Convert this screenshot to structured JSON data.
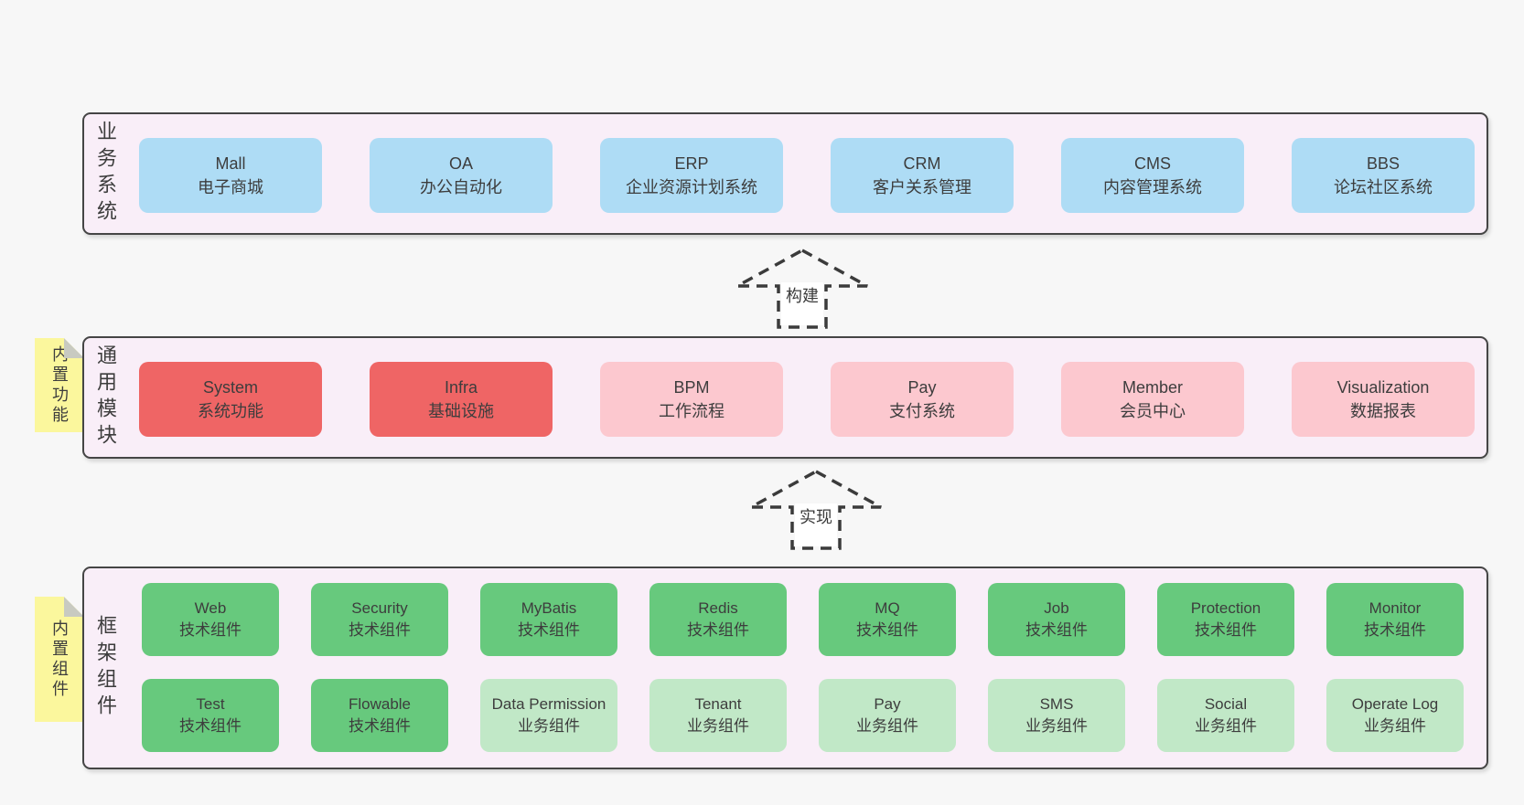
{
  "colors": {
    "page_bg": "#f7f7f7",
    "container_bg": "#f9eef8",
    "container_border": "#454545",
    "box_blue": "#aedcf5",
    "box_red": "#ef6565",
    "box_pink": "#fcc8cf",
    "box_green": "#67c97d",
    "box_light_green": "#c1e8c7",
    "sticky_note_yellow": "#fbf79d",
    "note_fold_gray": "#c8cac1",
    "text": "#3d3d3d",
    "arrow_stroke": "#3b3b3b"
  },
  "arrows": [
    {
      "label": "构建"
    },
    {
      "label": "实现"
    }
  ],
  "layers": [
    {
      "label": "业务系统",
      "boxes": [
        {
          "title": "Mall",
          "subtitle": "电子商城",
          "variant": "blue"
        },
        {
          "title": "OA",
          "subtitle": "办公自动化",
          "variant": "blue"
        },
        {
          "title": "ERP",
          "subtitle": "企业资源计划系统",
          "variant": "blue"
        },
        {
          "title": "CRM",
          "subtitle": "客户关系管理",
          "variant": "blue"
        },
        {
          "title": "CMS",
          "subtitle": "内容管理系统",
          "variant": "blue"
        },
        {
          "title": "BBS",
          "subtitle": "论坛社区系统",
          "variant": "blue"
        }
      ]
    },
    {
      "label": "通用模块",
      "note": "内置功能",
      "boxes": [
        {
          "title": "System",
          "subtitle": "系统功能",
          "variant": "red"
        },
        {
          "title": "Infra",
          "subtitle": "基础设施",
          "variant": "red"
        },
        {
          "title": "BPM",
          "subtitle": "工作流程",
          "variant": "pink"
        },
        {
          "title": "Pay",
          "subtitle": "支付系统",
          "variant": "pink"
        },
        {
          "title": "Member",
          "subtitle": "会员中心",
          "variant": "pink"
        },
        {
          "title": "Visualization",
          "subtitle": "数据报表",
          "variant": "pink"
        }
      ]
    },
    {
      "label": "框架组件",
      "note": "内置组件",
      "rows": [
        [
          {
            "title": "Web",
            "subtitle": "技术组件",
            "variant": "green"
          },
          {
            "title": "Security",
            "subtitle": "技术组件",
            "variant": "green"
          },
          {
            "title": "MyBatis",
            "subtitle": "技术组件",
            "variant": "green"
          },
          {
            "title": "Redis",
            "subtitle": "技术组件",
            "variant": "green"
          },
          {
            "title": "MQ",
            "subtitle": "技术组件",
            "variant": "green"
          },
          {
            "title": "Job",
            "subtitle": "技术组件",
            "variant": "green"
          },
          {
            "title": "Protection",
            "subtitle": "技术组件",
            "variant": "green"
          },
          {
            "title": "Monitor",
            "subtitle": "技术组件",
            "variant": "green"
          }
        ],
        [
          {
            "title": "Test",
            "subtitle": "技术组件",
            "variant": "green"
          },
          {
            "title": "Flowable",
            "subtitle": "技术组件",
            "variant": "green"
          },
          {
            "title": "Data Permission",
            "subtitle": "业务组件",
            "variant": "lgreen"
          },
          {
            "title": "Tenant",
            "subtitle": "业务组件",
            "variant": "lgreen"
          },
          {
            "title": "Pay",
            "subtitle": "业务组件",
            "variant": "lgreen"
          },
          {
            "title": "SMS",
            "subtitle": "业务组件",
            "variant": "lgreen"
          },
          {
            "title": "Social",
            "subtitle": "业务组件",
            "variant": "lgreen"
          },
          {
            "title": "Operate Log",
            "subtitle": "业务组件",
            "variant": "lgreen"
          }
        ]
      ]
    }
  ]
}
